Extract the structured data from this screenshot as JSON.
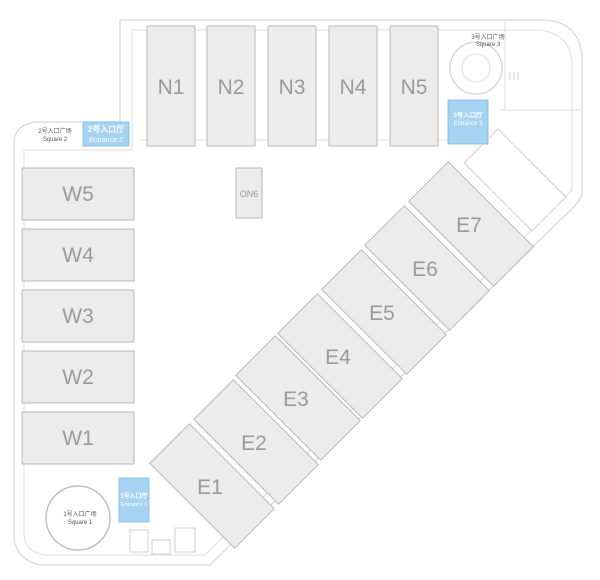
{
  "halls": [
    {
      "id": "N1",
      "label": "N1",
      "name": "hall-n1"
    },
    {
      "id": "N2",
      "label": "N2",
      "name": "hall-n2"
    },
    {
      "id": "N3",
      "label": "N3",
      "name": "hall-n3"
    },
    {
      "id": "N4",
      "label": "N4",
      "name": "hall-n4"
    },
    {
      "id": "N5",
      "label": "N5",
      "name": "hall-n5"
    },
    {
      "id": "W5",
      "label": "W5",
      "name": "hall-w5"
    },
    {
      "id": "W4",
      "label": "W4",
      "name": "hall-w4"
    },
    {
      "id": "W3",
      "label": "W3",
      "name": "hall-w3"
    },
    {
      "id": "W2",
      "label": "W2",
      "name": "hall-w2"
    },
    {
      "id": "W1",
      "label": "W1",
      "name": "hall-w1"
    },
    {
      "id": "E1",
      "label": "E1",
      "name": "hall-e1"
    },
    {
      "id": "E2",
      "label": "E2",
      "name": "hall-e2"
    },
    {
      "id": "E3",
      "label": "E3",
      "name": "hall-e3"
    },
    {
      "id": "E4",
      "label": "E4",
      "name": "hall-e4"
    },
    {
      "id": "E5",
      "label": "E5",
      "name": "hall-e5"
    },
    {
      "id": "E6",
      "label": "E6",
      "name": "hall-e6"
    },
    {
      "id": "E7",
      "label": "E7",
      "name": "hall-e7"
    }
  ],
  "small_hall": {
    "label": "ON6"
  },
  "entrances": {
    "e1": {
      "zh": "1号入口厅",
      "en": "Entrance 1"
    },
    "e2": {
      "zh": "2号入口厅",
      "en": "Entrance 2"
    },
    "e3": {
      "zh": "3号入口厅",
      "en": "Entrance 3"
    }
  },
  "squares": {
    "s1": {
      "zh": "1号入口广场",
      "en": "Square 1"
    },
    "s2": {
      "zh": "2号入口广场",
      "en": "Square 2"
    },
    "s3": {
      "zh": "3号入口广场",
      "en": "Square 3"
    }
  },
  "colors": {
    "hall_fill": "#ececec",
    "hall_stroke": "#b9b9b9",
    "hall_label": "#9a9a9a",
    "entrance_fill": "#a5d3f1",
    "outline": "#d6d6d6"
  }
}
